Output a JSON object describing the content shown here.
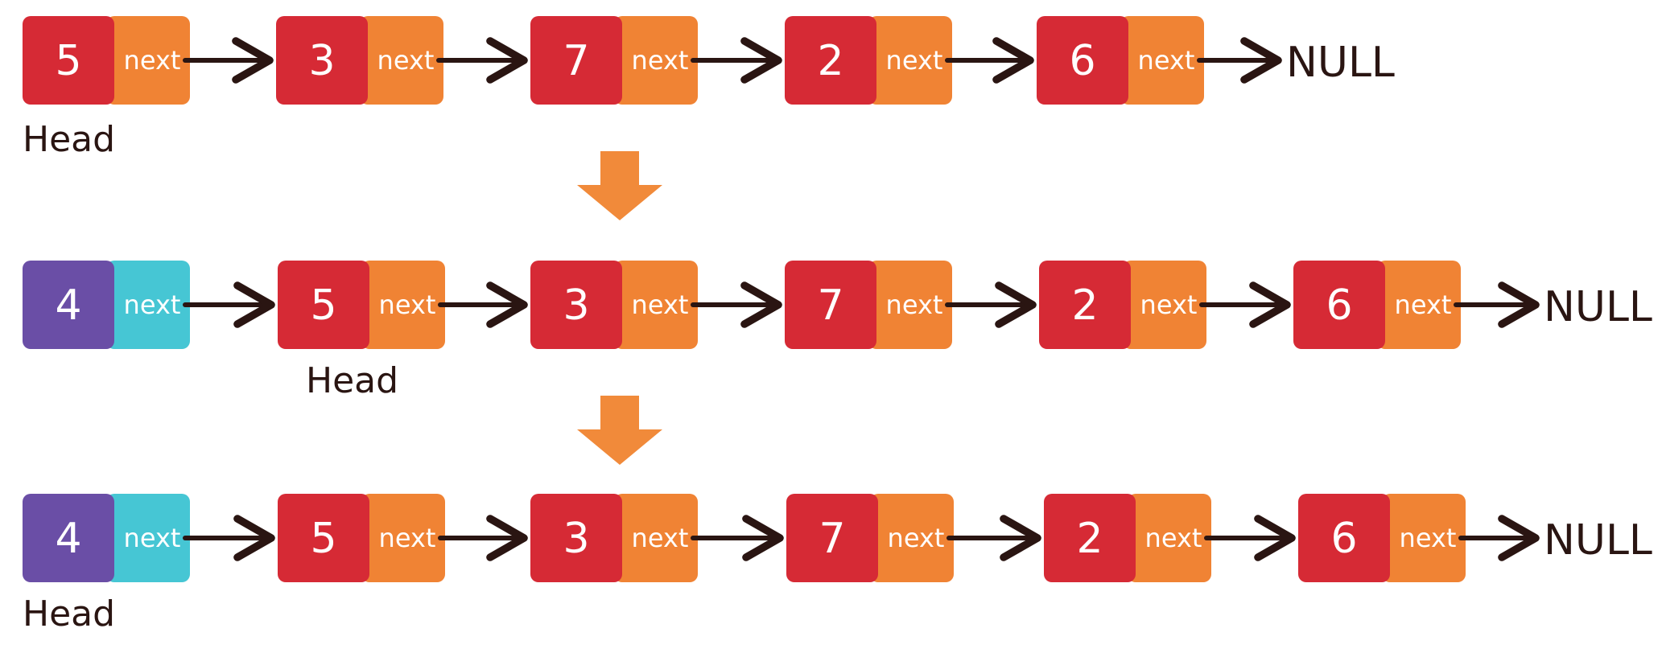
{
  "colors": {
    "value_box": "#d62a35",
    "next_box": "#f08334",
    "new_value_box": "#6a4ea6",
    "new_next_box": "#46c6d4",
    "link_arrow": "#2a1512",
    "step_arrow": "#f18a3a",
    "text": "#2a1512"
  },
  "labels": {
    "next": "next",
    "null": "NULL",
    "head": "Head"
  },
  "rows": [
    {
      "nodes": [
        {
          "value": "5",
          "kind": "normal"
        },
        {
          "value": "3",
          "kind": "normal"
        },
        {
          "value": "7",
          "kind": "normal"
        },
        {
          "value": "2",
          "kind": "normal"
        },
        {
          "value": "6",
          "kind": "normal"
        }
      ],
      "head_index": 0
    },
    {
      "nodes": [
        {
          "value": "4",
          "kind": "new"
        },
        {
          "value": "5",
          "kind": "normal"
        },
        {
          "value": "3",
          "kind": "normal"
        },
        {
          "value": "7",
          "kind": "normal"
        },
        {
          "value": "2",
          "kind": "normal"
        },
        {
          "value": "6",
          "kind": "normal"
        }
      ],
      "head_index": 1
    },
    {
      "nodes": [
        {
          "value": "4",
          "kind": "new"
        },
        {
          "value": "5",
          "kind": "normal"
        },
        {
          "value": "3",
          "kind": "normal"
        },
        {
          "value": "7",
          "kind": "normal"
        },
        {
          "value": "2",
          "kind": "normal"
        },
        {
          "value": "6",
          "kind": "normal"
        }
      ],
      "head_index": 0
    }
  ],
  "transitions": 2
}
